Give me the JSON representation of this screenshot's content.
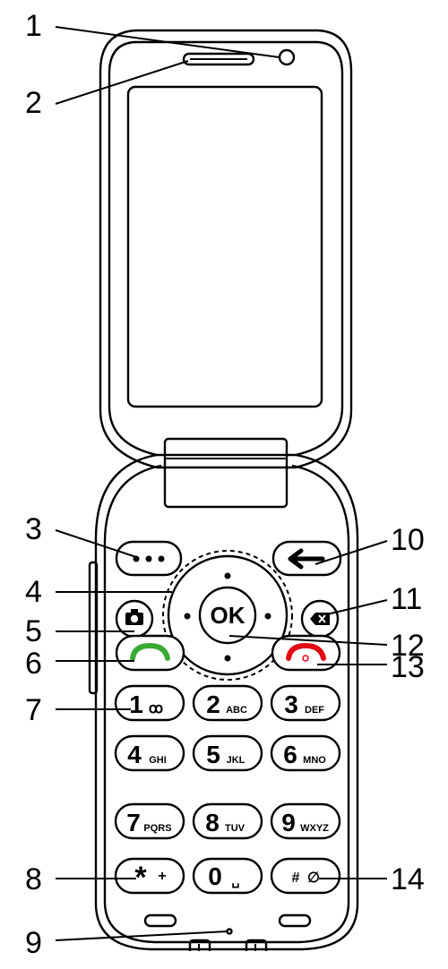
{
  "callouts": {
    "c1": "1",
    "c2": "2",
    "c3": "3",
    "c4": "4",
    "c5": "5",
    "c6": "6",
    "c7": "7",
    "c8": "8",
    "c9": "9",
    "c10": "10",
    "c11": "11",
    "c12": "12",
    "c13": "13",
    "c14": "14"
  },
  "keys": {
    "ok": "OK",
    "k1": {
      "digit": "1",
      "sub": "ꝏ"
    },
    "k2": {
      "digit": "2",
      "sub": "ABC"
    },
    "k3": {
      "digit": "3",
      "sub": "DEF"
    },
    "k4": {
      "digit": "4",
      "sub": "GHI"
    },
    "k5": {
      "digit": "5",
      "sub": "JKL"
    },
    "k6": {
      "digit": "6",
      "sub": "MNO"
    },
    "k7": {
      "digit": "7",
      "sub": "PQRS"
    },
    "k8": {
      "digit": "8",
      "sub": "TUV"
    },
    "k9": {
      "digit": "9",
      "sub": "WXYZ"
    },
    "star": {
      "digit": "*",
      "sub": "+"
    },
    "zero": {
      "digit": "0",
      "sub": "␣"
    },
    "hash": {
      "digit": "#",
      "sub": "∅"
    }
  },
  "colors": {
    "call_green": "#3aaa35",
    "end_red": "#e30613"
  },
  "icons": {
    "menu": "more-dots-icon",
    "back": "back-arrow-icon",
    "camera": "camera-icon",
    "clear": "backspace-icon",
    "call": "phone-call-icon",
    "end": "phone-end-icon"
  }
}
